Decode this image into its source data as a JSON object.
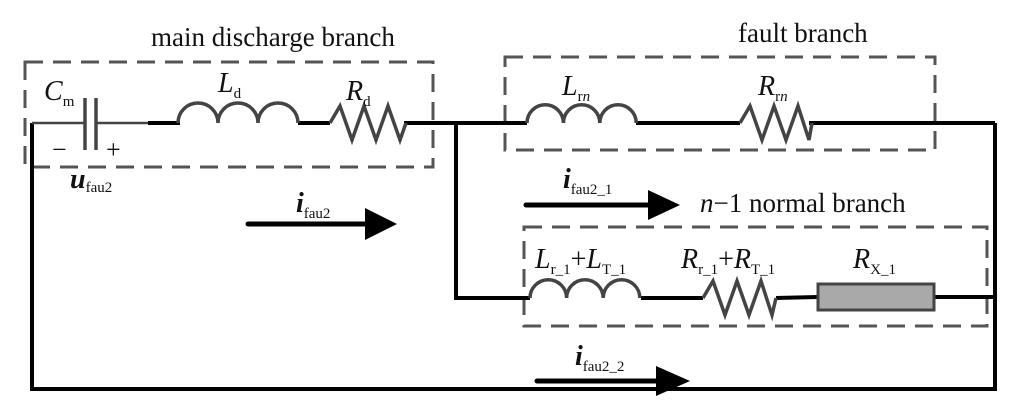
{
  "diagram": {
    "type": "circuit",
    "branches": {
      "main": {
        "title": "main discharge branch"
      },
      "fault": {
        "title": "fault branch"
      },
      "normal": {
        "title_prefix": "n",
        "title_rest": "−1 normal branch"
      }
    },
    "components": {
      "capacitor": {
        "symbol": "C",
        "sub": "m",
        "minus": "−",
        "plus": "+"
      },
      "voltage": {
        "symbol": "u",
        "sub": "fau2"
      },
      "inductor_main": {
        "symbol": "L",
        "sub": "d"
      },
      "resistor_main": {
        "symbol": "R",
        "sub": "d"
      },
      "inductor_fault": {
        "symbol": "L",
        "sub_r": "r",
        "sub_n": "n"
      },
      "resistor_fault": {
        "symbol": "R",
        "sub_r": "r",
        "sub_n": "n"
      },
      "inductor_normal": {
        "symbol1": "L",
        "sub1": "r_1",
        "op": "+",
        "symbol2": "L",
        "sub2": "T_1"
      },
      "resistor_normal": {
        "symbol1": "R",
        "sub1": "r_1",
        "op": "+",
        "symbol2": "R",
        "sub2": "T_1"
      },
      "resistor_x": {
        "symbol": "R",
        "sub": "X_1"
      }
    },
    "currents": {
      "main": {
        "symbol": "i",
        "sub": "fau2"
      },
      "branch1": {
        "symbol": "i",
        "sub": "fau2_1"
      },
      "branch2": {
        "symbol": "i",
        "sub": "fau2_2"
      }
    },
    "colors": {
      "wire": "#000000",
      "component": "#444444",
      "dashed_box": "#555555",
      "resistor_fill": "#a9a9a9"
    }
  }
}
